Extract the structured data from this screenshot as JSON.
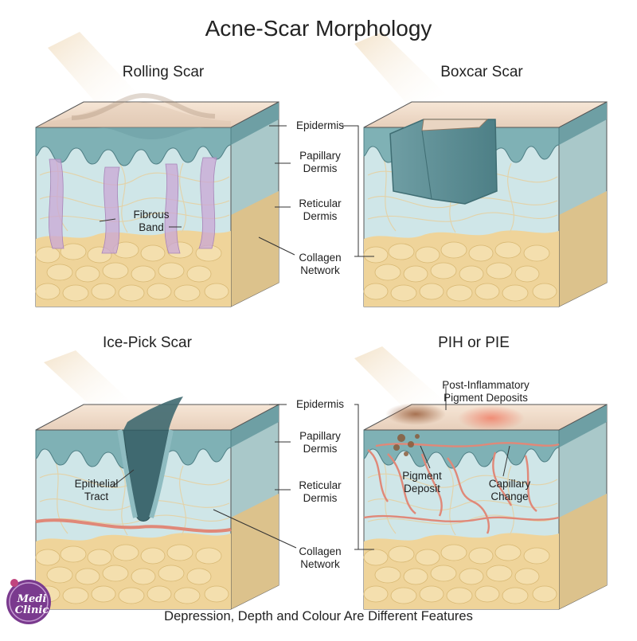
{
  "title": "Acne-Scar Morphology",
  "panels": {
    "rolling": {
      "title": "Rolling Scar",
      "label_fibrous": "Fibrous\nBand"
    },
    "boxcar": {
      "title": "Boxcar Scar"
    },
    "icepick": {
      "title": "Ice-Pick Scar",
      "label_tract": "Epithelial\nTract"
    },
    "pih": {
      "title": "PIH or PIE",
      "label_post": "Post-Inflammatory\nPigment Deposits",
      "label_pigment": "Pigment\nDeposit",
      "label_capillary": "Capillary\nChange"
    }
  },
  "layers": {
    "epidermis": "Epidermis",
    "papillary": "Papillary\nDermis",
    "reticular": "Reticular\nDermis",
    "collagen": "Collagen\nNetwork"
  },
  "footer": "Depression, Depth and Colour Are Different Features",
  "logo": {
    "line1": "Medi",
    "line2": "Clinic"
  },
  "colors": {
    "skin_top": "#efdccb",
    "epidermis": "#7fb1b5",
    "dermis": "#cfe6e8",
    "fat": "#efd49a",
    "fibrous_band": "#c9a7d6",
    "vessel": "#e08878",
    "pigment": "#9a5f3c",
    "erythema": "#f08a70",
    "logo": "#7a3a8e"
  }
}
